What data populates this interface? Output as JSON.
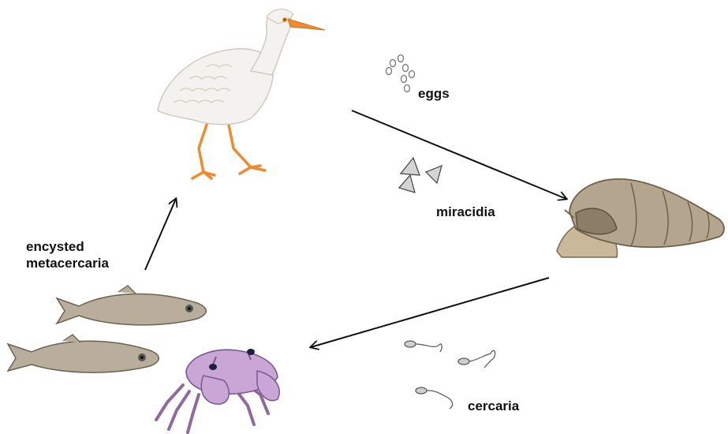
{
  "labels": {
    "eggs": "eggs",
    "miracidia": "miracidia",
    "cercaria": "cercaria",
    "encysted_line1": "encysted",
    "encysted_line2": "metacercaria"
  },
  "organisms": {
    "bird": "bird-icon",
    "snail": "snail-icon",
    "fish": "fish-icon",
    "crab": "crab-icon"
  },
  "colors": {
    "arrow": "#111111",
    "bird_body": "#f3f2ee",
    "bird_beak": "#f08a2e",
    "snail_shell": "#b3a58e",
    "fish": "#b8ae9b",
    "crab": "#c9a6d6"
  }
}
